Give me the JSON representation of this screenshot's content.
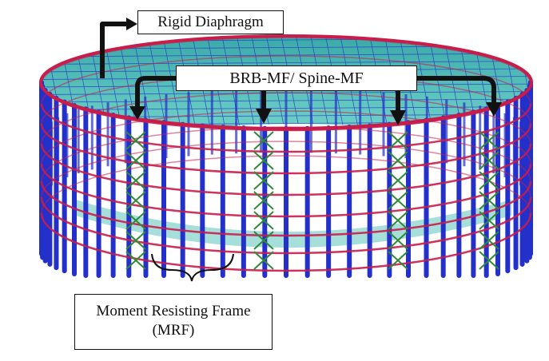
{
  "labels": {
    "rigid_diaphragm": "Rigid Diaphragm",
    "brace_frame": "BRB-MF/ Spine-MF",
    "moment_frame_line1": "Moment Resisting Frame",
    "moment_frame_line2": "(MRF)"
  },
  "colors": {
    "ring_beam": "#c81d4a",
    "column": "#2330c9",
    "deck": "#46b8b3",
    "brace": "#2f8a3a",
    "arrow": "#111111"
  }
}
